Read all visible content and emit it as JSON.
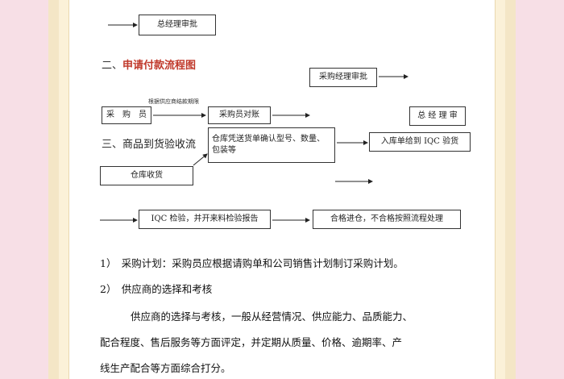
{
  "flow_top": {
    "box_general_manager": "总经理审批"
  },
  "section2": {
    "number": "二、",
    "title": "申请付款流程图"
  },
  "section3": {
    "number": "三、",
    "title": "商品到货验收流"
  },
  "flow2": {
    "purchase_manager": "采购经理审批",
    "supplier_note": "根据供应商结款期限",
    "buyer": "采　购　员",
    "buyer_reconcile": "采购员对账",
    "general_manager": "总 经 理 审"
  },
  "flow3": {
    "warehouse_notice": "仓库凭送货单确认型号、数量、包装等",
    "stock_iqc": "入库单给到 IQC 验货",
    "warehouse_receive": "仓库收货",
    "iqc_check": "IQC 检验，并开来料检验报告",
    "qualified": "合格进仓，不合格按照流程处理"
  },
  "body": {
    "item1": "1）　采购计划：采购员应根据请购单和公司销售计划制订采购计划。",
    "item2": "2）　供应商的选择和考核",
    "para_line1": "供应商的选择与考核，一般从经营情况、供应能力、品质能力、",
    "para_line2": "配合程度、售后服务等方面评定，并定期从质量、价格、逾期率、产",
    "para_line3": "线生产配合等方面综合打分。"
  }
}
